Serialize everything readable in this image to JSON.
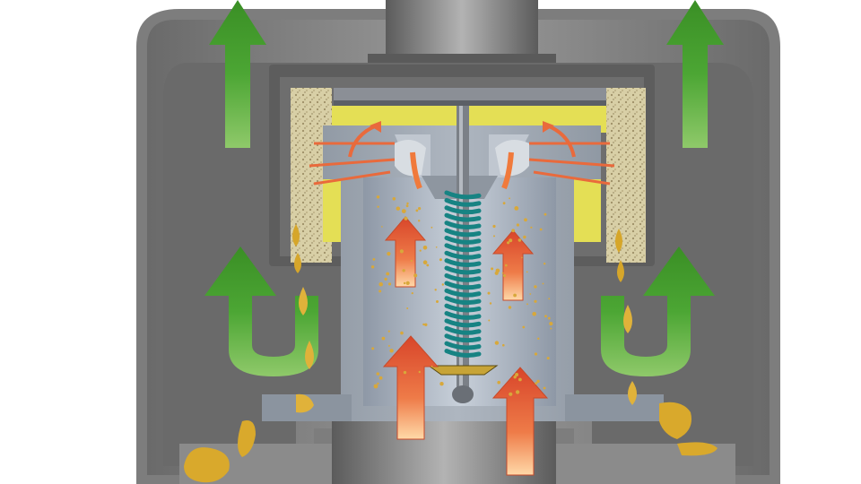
{
  "diagram": {
    "subject": "",
    "colors": {
      "background": "#ffffff",
      "housing_outer": "#6e6e6e",
      "housing_mid": "#8c8c8c",
      "housing_inner": "#5e5e5e",
      "internal_part": "#9aa3ad",
      "chamber": "#a9b4c2",
      "seal_yellow": "#e7e35a",
      "filter_media": "#d9cfa8",
      "oil": "#d6a62a",
      "spring": "#1e8e8e",
      "valve_stem": "#7b8087",
      "gas_flow_arrow": "#e8643a",
      "clean_flow_arrow": "#3e9b2a"
    },
    "icons": [
      "gas-flow-arrow",
      "clean-air-arrow",
      "u-turn-arrow",
      "oil-droplet",
      "oil-mist-particle",
      "coil-spring",
      "valve-plate"
    ]
  }
}
